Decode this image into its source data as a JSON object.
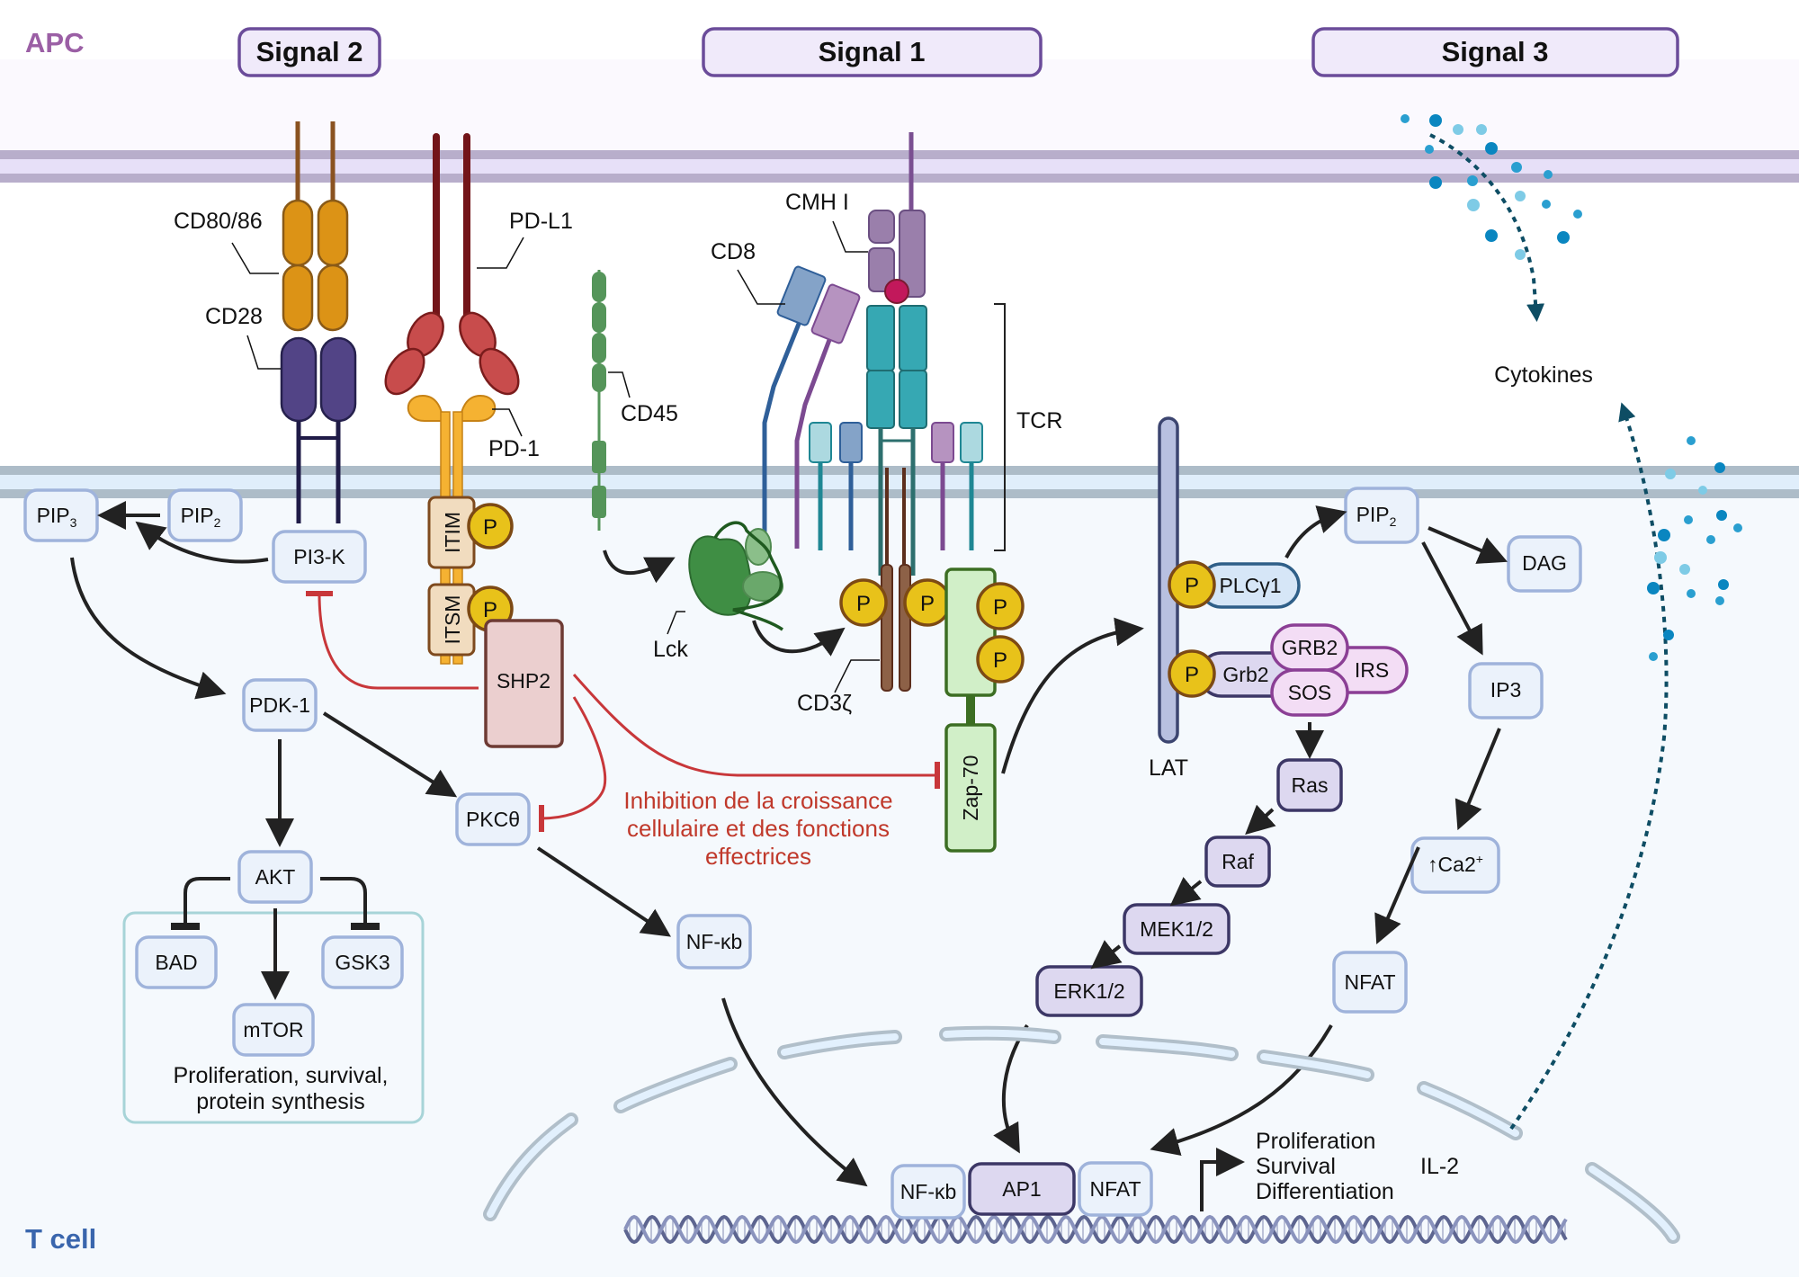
{
  "regions": {
    "apc_label": "APC",
    "tcell_label": "T cell",
    "colors": {
      "apc": "#9b5fa5",
      "tcell": "#3a66ad",
      "inhibition": "#c8373a",
      "signal_border": "#6b4c9a"
    }
  },
  "signals": {
    "signal2": "Signal 2",
    "signal1": "Signal 1",
    "signal3": "Signal 3"
  },
  "receptors": {
    "cd80_86": "CD80/86",
    "cd28": "CD28",
    "pd_l1": "PD-L1",
    "pd_1": "PD-1",
    "cd45": "CD45",
    "cd8": "CD8",
    "cmh_i": "CMH I",
    "tcr": "TCR",
    "lck": "Lck",
    "cd3z": "CD3ζ",
    "zap70": "Zap-70",
    "lat": "LAT",
    "itim": "ITIM",
    "itsm": "ITSM",
    "shp2": "SHP2",
    "phospho": "P"
  },
  "nodes": {
    "pip3": "PIP",
    "pip3_sub": "3",
    "pip2_left": "PIP",
    "pip2_left_sub": "2",
    "pi3k": "PI3-K",
    "pdk1": "PDK-1",
    "pkc": "PKCθ",
    "akt": "AKT",
    "bad": "BAD",
    "gsk3": "GSK3",
    "mtor": "mTOR",
    "akt_outcome_1": "Proliferation, survival,",
    "akt_outcome_2": "protein synthesis",
    "nfkb": "NF-κb",
    "plcg1": "PLCγ1",
    "grb2_lat": "Grb2",
    "grb2": "GRB2",
    "sos": "SOS",
    "irs": "IRS",
    "ras": "Ras",
    "raf": "Raf",
    "mek": "MEK1/2",
    "erk": "ERK1/2",
    "pip2_right": "PIP",
    "pip2_right_sub": "2",
    "dag": "DAG",
    "ip3": "IP3",
    "ca2": "↑Ca2",
    "ca2_sup": "+",
    "nfat": "NFAT"
  },
  "inhibition_text": {
    "line1": "Inhibition de la croissance",
    "line2": "cellulaire et des fonctions",
    "line3": "effectrices"
  },
  "nucleus": {
    "nfkb": "NF-κb",
    "ap1": "AP1",
    "nfat": "NFAT",
    "outcomes": [
      "Proliferation",
      "Survival",
      "Differentiation"
    ],
    "il2": "IL-2"
  },
  "cytokines": "Cytokines"
}
